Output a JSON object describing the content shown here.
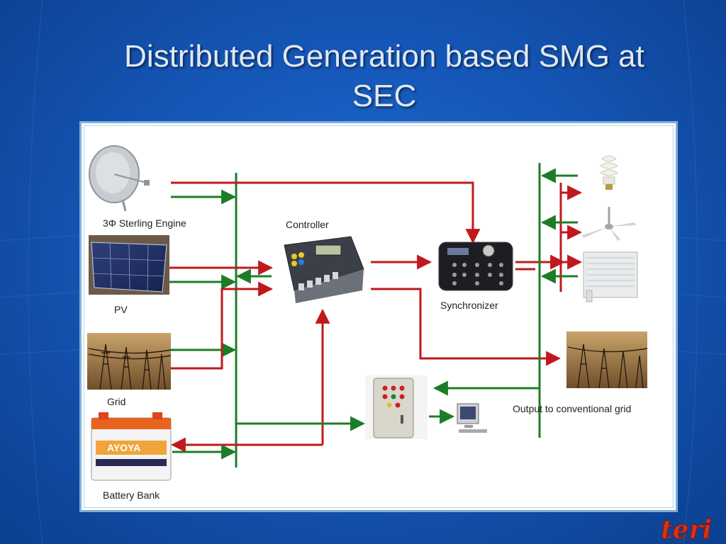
{
  "slide": {
    "title_line1": "Distributed Generation based SMG at",
    "title_line2": "SEC"
  },
  "diagram": {
    "labels": {
      "sterling_engine": "3Φ  Sterling Engine",
      "pv": "PV",
      "grid": "Grid",
      "battery_bank": "Battery Bank",
      "controller": "Controller",
      "synchronizer": "Synchronizer",
      "output_grid": "Output to conventional grid"
    },
    "battery_brand": "AYOYA",
    "colors": {
      "red_line": "#c0191d",
      "green_line": "#1c7d26",
      "bus": "#1c7d26"
    }
  },
  "logo": {
    "text": "teri",
    "color": "#e0300f"
  }
}
